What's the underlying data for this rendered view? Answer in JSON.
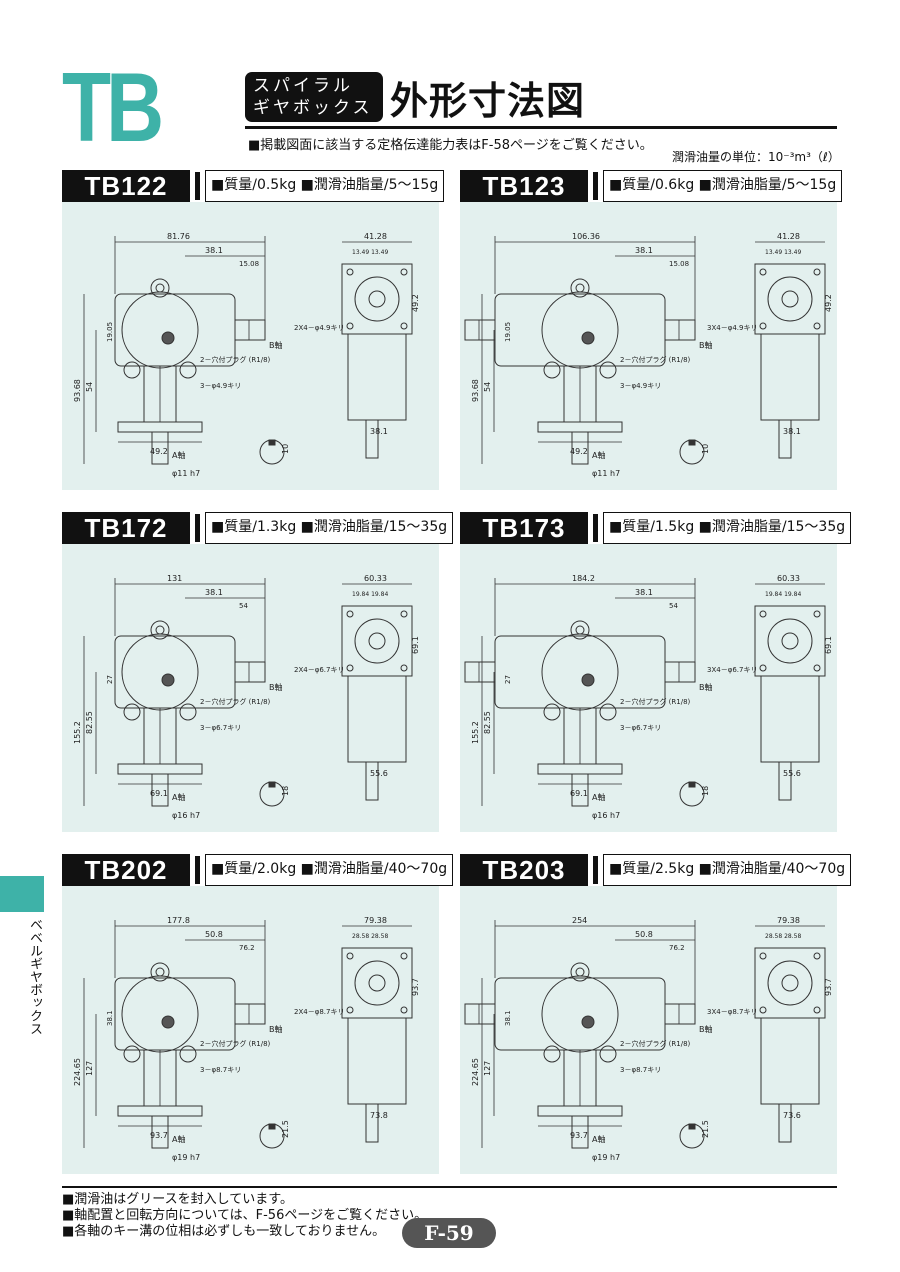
{
  "header": {
    "series": "TB",
    "category_line1": "スパイラル",
    "category_line2": "ギヤボックス",
    "title": "外形寸法図",
    "note": "■掲載図面に該当する定格伝達能力表はF-58ページをご覧ください。",
    "unit_note": "潤滑油量の単位：10⁻³m³（ℓ）"
  },
  "models": [
    {
      "name": "TB122",
      "spec": "■質量/0.5kg ■潤滑油脂量/5～15g",
      "type": "L",
      "dims": {
        "overall": "81.76",
        "top": "38.1",
        "offset": "15.08",
        "h1": "93.68",
        "h2": "54",
        "side": "41.28",
        "side_half": "13.49",
        "base": "49.2",
        "shaft": "φ11 h7",
        "key": "10",
        "side_w": "38.1",
        "bolt": "19.05",
        "side_h": "49.2",
        "hole_b": "2X4－φ4.9キリ",
        "hole_c": "3－φ4.9キリ"
      }
    },
    {
      "name": "TB123",
      "spec": "■質量/0.6kg ■潤滑油脂量/5～15g",
      "type": "T",
      "dims": {
        "overall": "106.36",
        "top": "38.1",
        "offset": "15.08",
        "h1": "93.68",
        "h2": "54",
        "side": "41.28",
        "side_half": "13.49",
        "base": "49.2",
        "shaft": "φ11 h7",
        "key": "10",
        "side_w": "38.1",
        "bolt": "19.05",
        "side_h": "49.2",
        "hole_b": "3X4－φ4.9キリ",
        "hole_c": "3－φ4.9キリ"
      }
    },
    {
      "name": "TB172",
      "spec": "■質量/1.3kg ■潤滑油脂量/15～35g",
      "type": "L",
      "dims": {
        "overall": "131",
        "top": "38.1",
        "offset": "54",
        "h1": "155.2",
        "h2": "82.55",
        "side": "60.33",
        "side_half": "19.84",
        "base": "69.1",
        "shaft": "φ16 h7",
        "key": "18",
        "side_w": "55.6",
        "bolt": "27",
        "side_h": "69.1",
        "hole_b": "2X4－φ6.7キリ",
        "hole_c": "3－φ6.7キリ"
      }
    },
    {
      "name": "TB173",
      "spec": "■質量/1.5kg ■潤滑油脂量/15～35g",
      "type": "T",
      "dims": {
        "overall": "184.2",
        "top": "38.1",
        "offset": "54",
        "h1": "155.2",
        "h2": "82.55",
        "side": "60.33",
        "side_half": "19.84",
        "base": "69.1",
        "shaft": "φ16 h7",
        "key": "18",
        "side_w": "55.6",
        "bolt": "27",
        "side_h": "69.1",
        "hole_b": "3X4－φ6.7キリ",
        "hole_c": "3－φ6.7キリ"
      }
    },
    {
      "name": "TB202",
      "spec": "■質量/2.0kg ■潤滑油脂量/40～70g",
      "type": "L",
      "dims": {
        "overall": "177.8",
        "top": "50.8",
        "offset": "76.2",
        "h1": "224.65",
        "h2": "127",
        "side": "79.38",
        "side_half": "28.58",
        "base": "93.7",
        "shaft": "φ19 h7",
        "key": "21.5",
        "side_w": "73.8",
        "bolt": "38.1",
        "side_h": "93.7",
        "hole_b": "2X4－φ8.7キリ",
        "hole_c": "3－φ8.7キリ"
      }
    },
    {
      "name": "TB203",
      "spec": "■質量/2.5kg ■潤滑油脂量/40～70g",
      "type": "T",
      "dims": {
        "overall": "254",
        "top": "50.8",
        "offset": "76.2",
        "h1": "224.65",
        "h2": "127",
        "side": "79.38",
        "side_half": "28.58",
        "base": "93.7",
        "shaft": "φ19 h7",
        "key": "21.5",
        "side_w": "73.6",
        "bolt": "38.1",
        "side_h": "93.7",
        "hole_b": "3X4－φ8.7キリ",
        "hole_c": "3－φ8.7キリ"
      }
    }
  ],
  "labels": {
    "a_axis": "A軸",
    "b_axis": "B軸",
    "plug": "2－穴付プラグ (R1/8)"
  },
  "side_tab": "ベベルギヤボックス",
  "footer": {
    "note1": "■潤滑油はグリースを封入しています。",
    "note2": "■軸配置と回転方向については、F-56ページをご覧ください。",
    "note3": "■各軸のキー溝の位相は必ずしも一致しておりません。",
    "page": "F-59"
  }
}
